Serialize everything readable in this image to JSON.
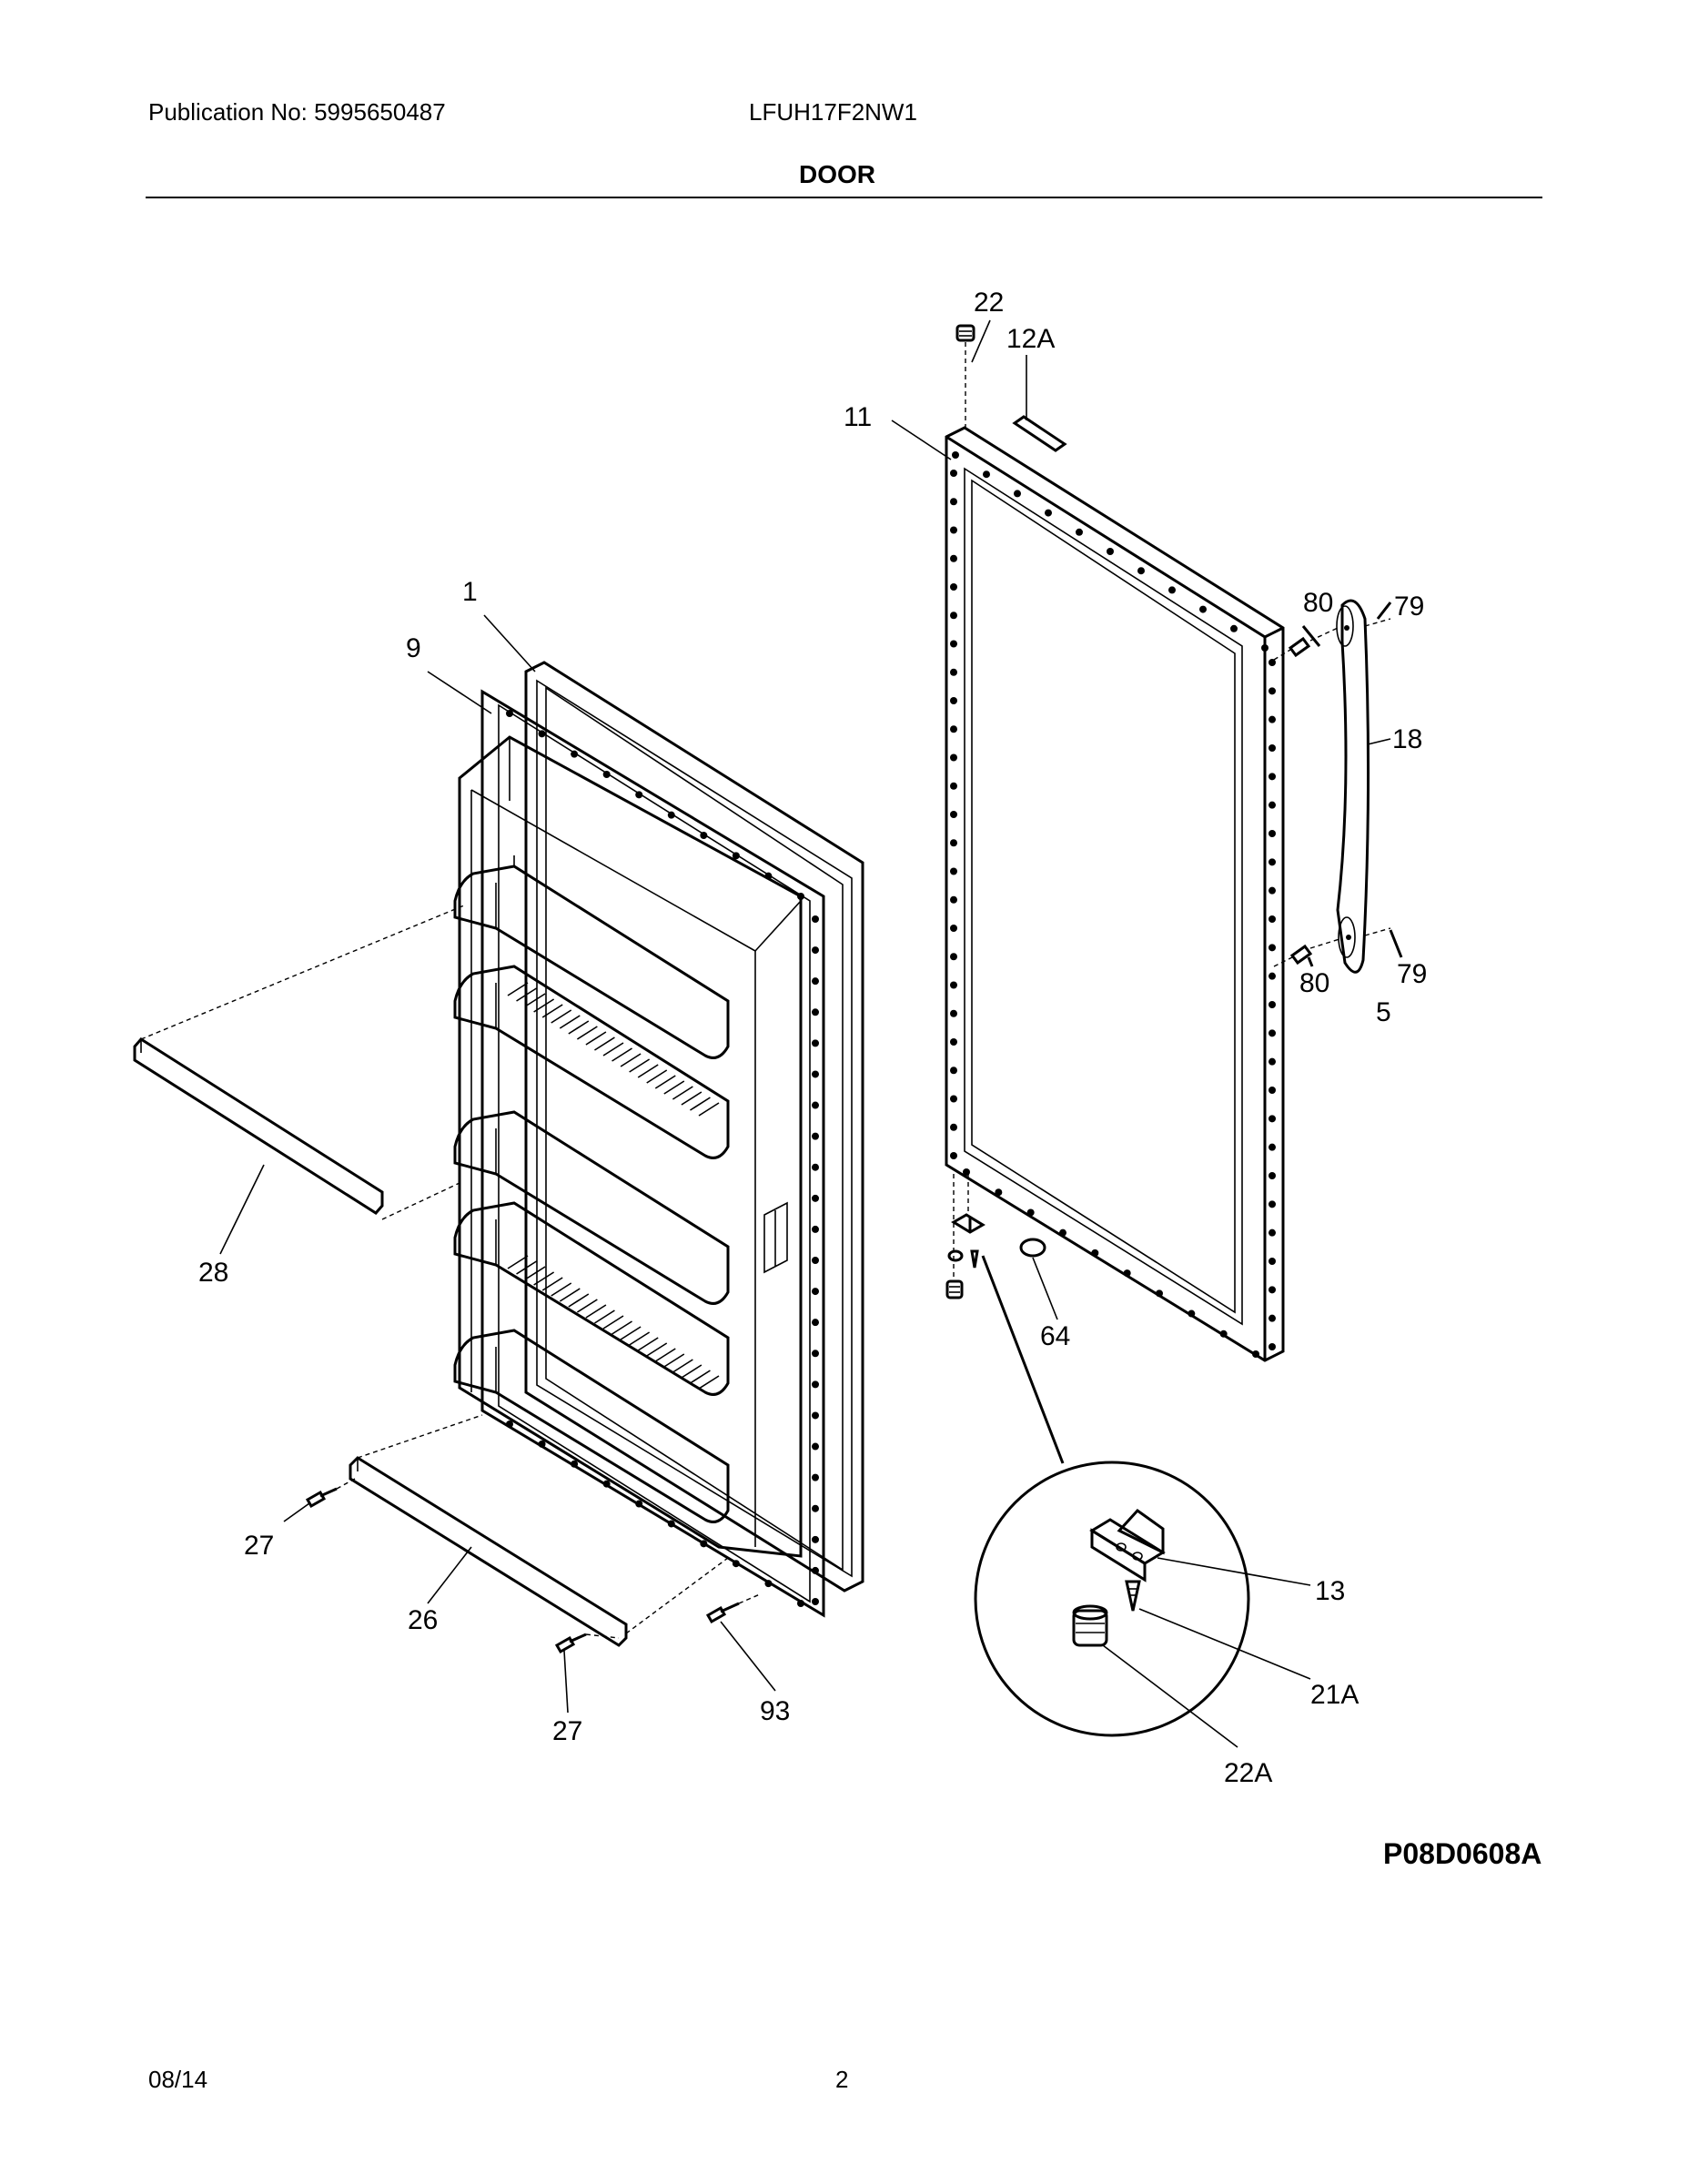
{
  "header": {
    "publication": "Publication No: 5995650487",
    "model": "LFUH17F2NW1",
    "section_title": "DOOR"
  },
  "diagram": {
    "callouts": {
      "c22": "22",
      "c12A": "12A",
      "c11": "11",
      "c1": "1",
      "c9": "9",
      "c80a": "80",
      "c79a": "79",
      "c18": "18",
      "c80b": "80",
      "c79b": "79",
      "c5": "5",
      "c28": "28",
      "c64": "64",
      "c27a": "27",
      "c26": "26",
      "c93": "93",
      "c27b": "27",
      "c13": "13",
      "c21A": "21A",
      "c22A": "22A"
    },
    "code": "P08D0608A"
  },
  "footer": {
    "date": "08/14",
    "page": "2"
  }
}
